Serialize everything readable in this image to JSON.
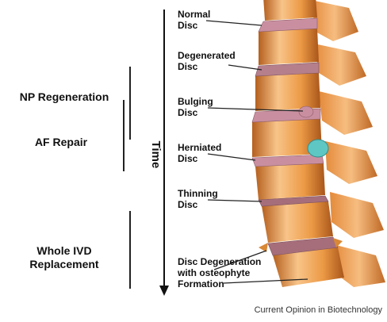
{
  "left_labels": {
    "np": "NP Regeneration",
    "af": "AF Repair",
    "ivd_line1": "Whole IVD",
    "ivd_line2": "Replacement"
  },
  "axis": {
    "time": "Time"
  },
  "stages": [
    {
      "line1": "Normal",
      "line2": "Disc"
    },
    {
      "line1": "Degenerated",
      "line2": "Disc"
    },
    {
      "line1": "Bulging",
      "line2": "Disc"
    },
    {
      "line1": "Herniated",
      "line2": "Disc"
    },
    {
      "line1": "Thinning",
      "line2": "Disc"
    },
    {
      "line1": "Disc Degeneration",
      "line2": "with osteophyte",
      "line3": "Formation"
    }
  ],
  "caption": "Current Opinion in Biotechnology",
  "colors": {
    "bone_light": "#f8c489",
    "bone_mid": "#ec9a45",
    "bone_dark": "#b5601f",
    "disc": "#c98fa0",
    "herniation": "#5ec7c4"
  }
}
